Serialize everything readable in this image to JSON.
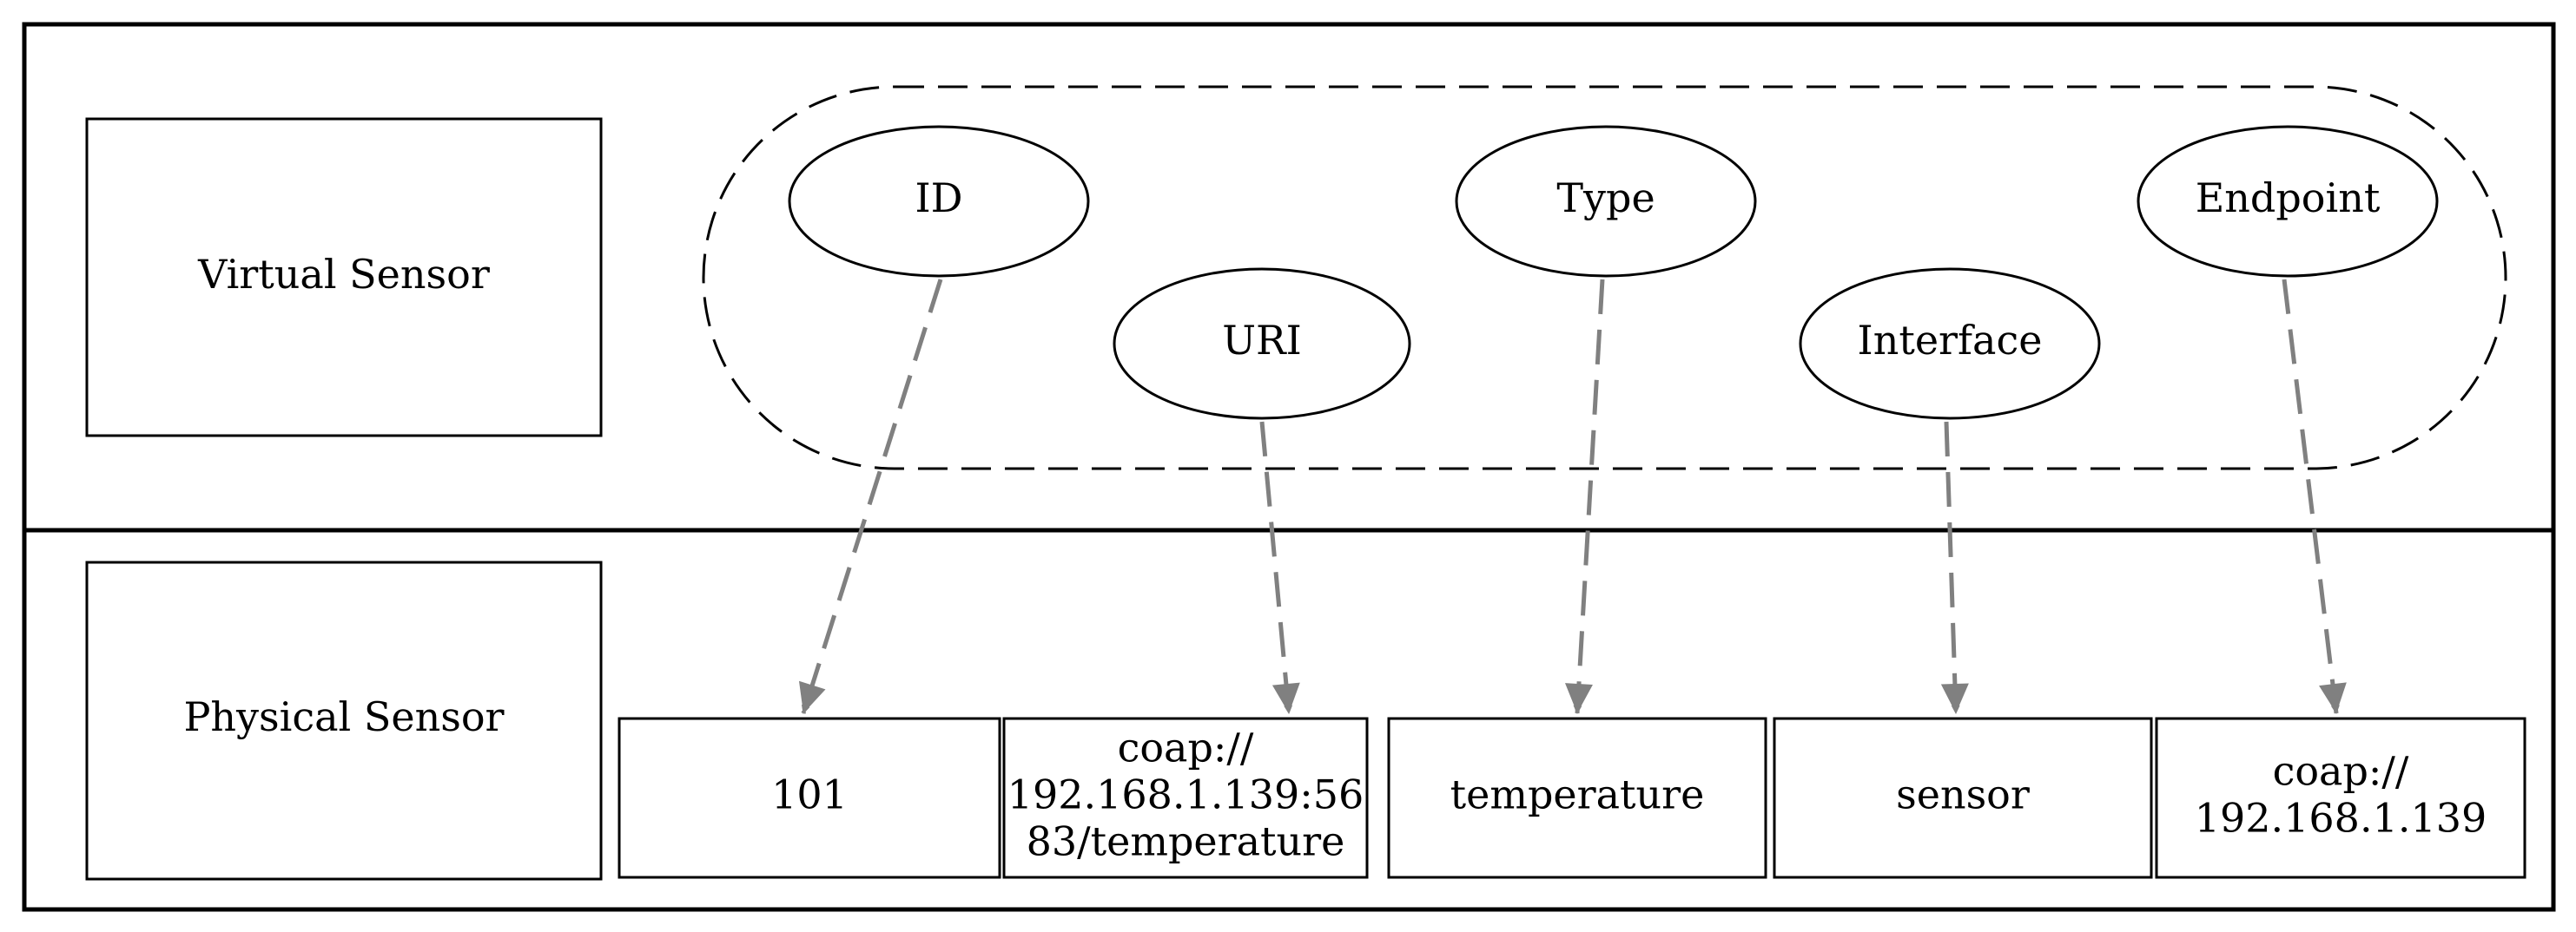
{
  "layers": {
    "virtual_label": "Virtual Sensor",
    "physical_label": "Physical Sensor"
  },
  "attributes": [
    {
      "name": "ID"
    },
    {
      "name": "URI"
    },
    {
      "name": "Type"
    },
    {
      "name": "Interface"
    },
    {
      "name": "Endpoint"
    }
  ],
  "values": [
    {
      "lines": [
        "101"
      ]
    },
    {
      "lines": [
        "coap://",
        "192.168.1.139:56",
        "83/temperature"
      ]
    },
    {
      "lines": [
        "temperature"
      ]
    },
    {
      "lines": [
        "sensor"
      ]
    },
    {
      "lines": [
        "coap://",
        "192.168.1.139"
      ]
    }
  ],
  "colors": {
    "border": "#000000",
    "arrow": "#808080"
  }
}
